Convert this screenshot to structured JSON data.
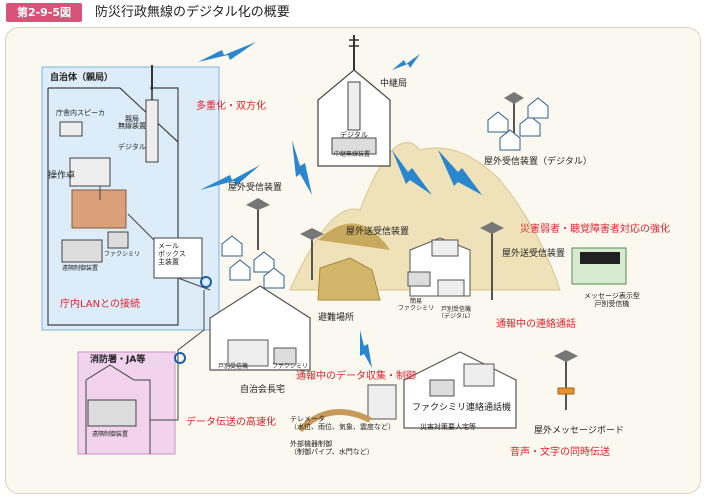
{
  "figure": {
    "number": "第2-9-5図",
    "title": "防災行政無線のデジタル化の概要"
  },
  "municipality": {
    "title": "自治体（親局）",
    "office_speaker": "庁舎内スピーカ",
    "parent_radio": "親局\n無線装置",
    "digital": "デジタル",
    "console": "操作卓",
    "remote_control": "遠隔制御装置",
    "fax": "ファクシミリ",
    "mailbox": "メール\nボックス\n主装置",
    "lan": "庁内LANとの接続"
  },
  "fire_dept": {
    "title": "消防署・JA等",
    "remote_control": "遠隔制御装置"
  },
  "relay": {
    "title": "中継局",
    "digital": "デジタル",
    "device": "中継無線装置"
  },
  "labels": {
    "multiplex": "多重化・双方化",
    "outdoor_rx_digital": "屋外受信装置（デジタル）",
    "outdoor_rx_left": "屋外受信装置",
    "outdoor_tx_mid": "屋外送受信装置",
    "outdoor_tx_right": "屋外送受信装置",
    "disaster_vulnerable": "災害弱者・聴覚障害者対応の強化",
    "message_display": "メッセージ表示型\n戸別受信機",
    "shelter": "避難場所",
    "simple_fax": "簡易\nファクシミリ",
    "individual_rx_digital": "戸別受信機\n（デジタル）",
    "call_comm": "通報中の連絡通話",
    "chairman_house": "自治会長宅",
    "individual_rx": "戸別受信機",
    "fax": "ファクシミリ",
    "data_collect": "通報中のデータ収集・制御",
    "data_speed": "データ伝送の高速化",
    "telemeter": "テレメータ\n（水位、雨位、気象、震度など）",
    "external_control": "外部機器制御\n（制御パイプ、水門など）",
    "fax_comm_device": "ファクシミリ連絡通話機",
    "disaster_resident": "災害対策要人宅等",
    "message_board": "屋外メッセージボード",
    "simultaneous": "音声・文字の同時伝送"
  },
  "colors": {
    "badge": "#d8537a",
    "red_text": "#e0232f",
    "lightning": "#2a86cf",
    "panel_blue": "#dcecf8",
    "panel_pink": "#f1d3ee",
    "hill": "#d4b66a"
  }
}
